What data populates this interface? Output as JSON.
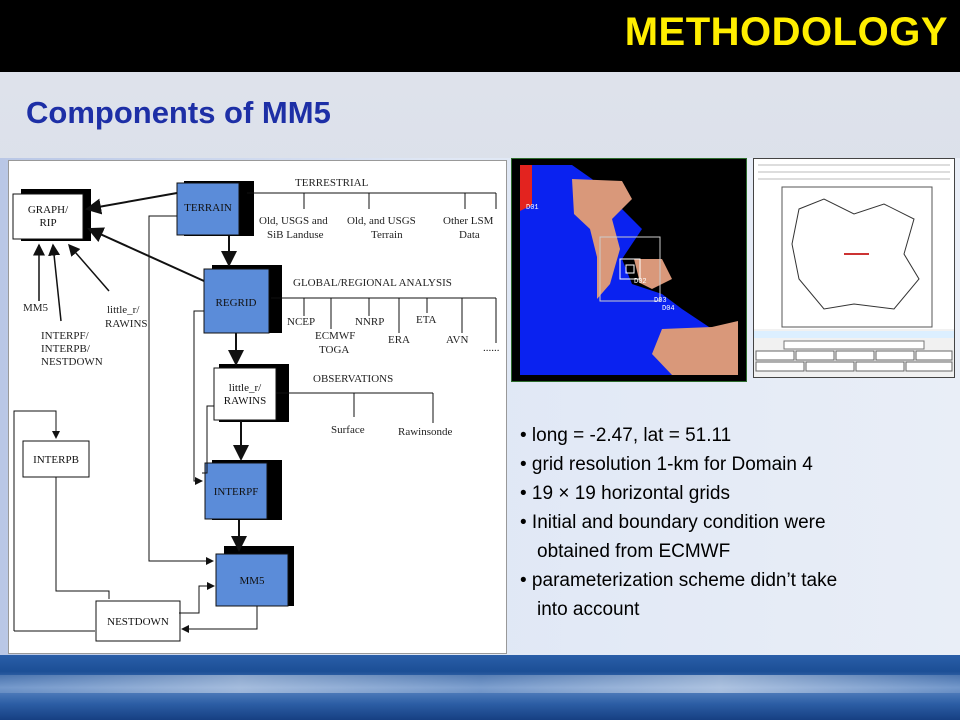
{
  "header": {
    "title": "METHODOLOGY"
  },
  "subtitle": "Components of MM5",
  "diagram": {
    "boxes": {
      "graph_rip": "GRAPH/\nRIP",
      "terrain": "TERRAIN",
      "regrid": "REGRID",
      "little_r": "little_r/\nRAWINS",
      "interpb": "INTERPB",
      "interpf": "INTERPF",
      "mm5": "MM5",
      "nestdown": "NESTDOWN"
    },
    "labels": {
      "terrestrial": "TERRESTRIAL",
      "usgs_sib": "Old, USGS and\nSiB Landuse",
      "usgs_terrain": "Old, and USGS\nTerrain",
      "other_lsm": "Other LSM\nData",
      "global_regional": "GLOBAL/REGIONAL ANALYSIS",
      "ncep": "NCEP",
      "ecmwf_toga": "ECMWF\nTOGA",
      "nnrp": "NNRP",
      "era": "ERA",
      "eta": "ETA",
      "avn": "AVN",
      "ellipsis": "......",
      "observations": "OBSERVATIONS",
      "surface": "Surface",
      "rawinsonde": "Rawinsonde",
      "mm5_input": "MM5",
      "little_r_rawins": "little_r/\nRAWINS",
      "interp_group": "INTERPF/\nINTERPB/\nNESTDOWN"
    }
  },
  "map_domains": {
    "labels": [
      "D01",
      "D02",
      "D03",
      "D04"
    ],
    "colors": {
      "sea": "#0a22f0",
      "land": "#d9987a",
      "outside": "#000000",
      "edge": "#e3231f"
    }
  },
  "bullets": [
    {
      "text": "• long = -2.47, lat = 51.11",
      "cont": false
    },
    {
      "text": "• grid resolution 1-km for Domain 4",
      "cont": false
    },
    {
      "text": "• 19 × 19 horizontal grids",
      "cont": false
    },
    {
      "text": "• Initial and boundary condition were",
      "cont": false
    },
    {
      "text": "obtained from ECMWF",
      "cont": true
    },
    {
      "text": "• parameterization scheme didn’t take",
      "cont": false
    },
    {
      "text": "into account",
      "cont": true
    }
  ],
  "colors": {
    "title_yellow": "#ffee00",
    "subtitle_blue": "#1d2fa6",
    "box_blue": "#5b8cd9"
  }
}
